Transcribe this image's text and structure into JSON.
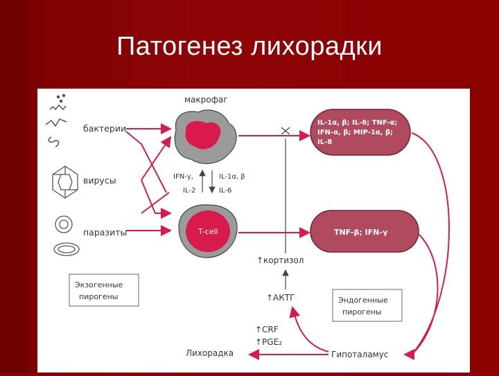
{
  "title": "Патогенез лихорадки",
  "diagram": {
    "macrophage_label": "макрофаг",
    "tcell_label": "T-cell",
    "sources": [
      "бактерии",
      "вирусы",
      "паразиты"
    ],
    "mid_left_1": "IFN-γ,",
    "mid_left_2": "IL-2",
    "mid_right_1": "IL-1α, β",
    "mid_right_2": "IL-6",
    "box1_lines": [
      "IL-1α, β; IL-6; TNF-α;",
      "IFN-α, β; MIP-1α, β;",
      "IL-8"
    ],
    "box2_text": "TNF-β; IFN-γ",
    "cortisol": "↑кортизол",
    "acth": "↑АКТГ",
    "crf": "↑CRF",
    "pge": "↑PGE₂",
    "fever": "Лихорадка",
    "hypothalamus": "Гипоталамус",
    "exo_line1": "Экзогенные",
    "exo_line2": "пирогены",
    "endo_line1": "Эндогенные",
    "endo_line2": "пирогены"
  }
}
